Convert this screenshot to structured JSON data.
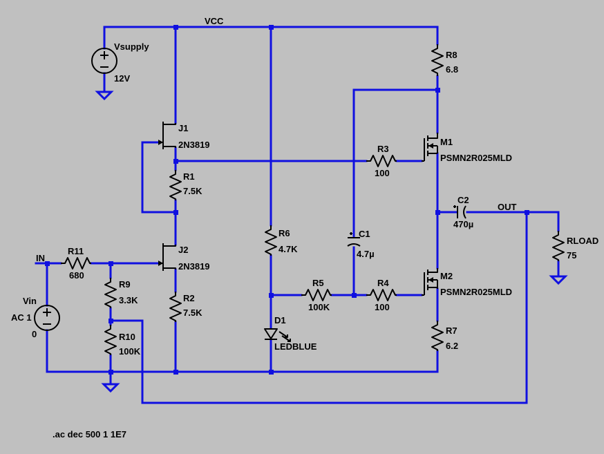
{
  "schematic": {
    "nets": {
      "vcc": "VCC",
      "in": "IN",
      "out": "OUT"
    },
    "components": {
      "vsupply": {
        "name": "Vsupply",
        "value": "12V"
      },
      "vin": {
        "name": "Vin",
        "value": "AC 1",
        "extra": "0"
      },
      "j1": {
        "name": "J1",
        "value": "2N3819"
      },
      "j2": {
        "name": "J2",
        "value": "2N3819"
      },
      "m1": {
        "name": "M1",
        "value": "PSMN2R025MLD"
      },
      "m2": {
        "name": "M2",
        "value": "PSMN2R025MLD"
      },
      "r1": {
        "name": "R1",
        "value": "7.5K"
      },
      "r2": {
        "name": "R2",
        "value": "7.5K"
      },
      "r3": {
        "name": "R3",
        "value": "100"
      },
      "r4": {
        "name": "R4",
        "value": "100"
      },
      "r5": {
        "name": "R5",
        "value": "100K"
      },
      "r6": {
        "name": "R6",
        "value": "4.7K"
      },
      "r7": {
        "name": "R7",
        "value": "6.2"
      },
      "r8": {
        "name": "R8",
        "value": "6.8"
      },
      "r9": {
        "name": "R9",
        "value": "3.3K"
      },
      "r10": {
        "name": "R10",
        "value": "100K"
      },
      "r11": {
        "name": "R11",
        "value": "680"
      },
      "c1": {
        "name": "C1",
        "value": "4.7µ"
      },
      "c2": {
        "name": "C2",
        "value": "470µ"
      },
      "d1": {
        "name": "D1",
        "value": "LEDBLUE"
      },
      "rload": {
        "name": "RLOAD",
        "value": "75"
      }
    },
    "directive": ".ac dec 500 1 1E7",
    "colors": {
      "background": "#c0c0c0",
      "wire": "#1010e0",
      "symbol": "#000000"
    }
  }
}
